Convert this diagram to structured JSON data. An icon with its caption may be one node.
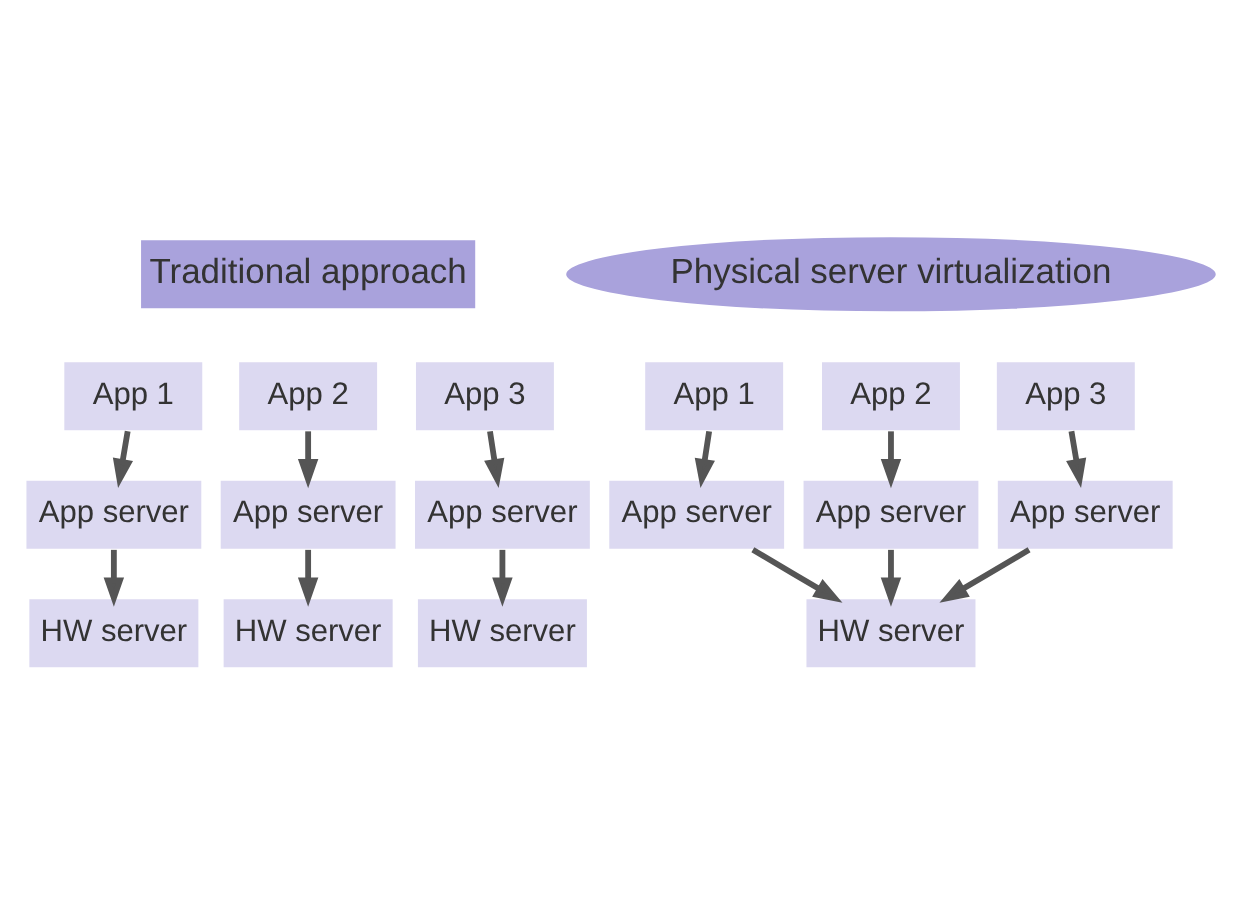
{
  "diagram": {
    "nodes": [
      {
        "text": [
          "Traditional approach"
        ]
      },
      {
        "text": [
          "Physical server virtualization"
        ]
      },
      {
        "text": [
          "App 1"
        ]
      },
      {
        "text": [
          "App 2"
        ]
      },
      {
        "text": [
          "App 3"
        ]
      },
      {
        "text": [
          "App server"
        ]
      },
      {
        "text": [
          "App server"
        ]
      },
      {
        "text": [
          "App server"
        ]
      },
      {
        "text": [
          "HW server"
        ]
      },
      {
        "text": [
          "HW server"
        ]
      },
      {
        "text": [
          "HW server"
        ]
      },
      {
        "text": [
          "App 1"
        ]
      },
      {
        "text": [
          "App 2"
        ]
      },
      {
        "text": [
          "App 3"
        ]
      },
      {
        "text": [
          "App server"
        ]
      },
      {
        "text": [
          "App server"
        ]
      },
      {
        "text": [
          "App server"
        ]
      },
      {
        "text": [
          "HW server"
        ]
      }
    ],
    "edges": [
      {
        "from": 2,
        "to": 5,
        "arrow": "to"
      },
      {
        "from": 3,
        "to": 6,
        "arrow": "to"
      },
      {
        "from": 4,
        "to": 7,
        "arrow": "to"
      },
      {
        "from": 5,
        "to": 8,
        "arrow": "to"
      },
      {
        "from": 6,
        "to": 9,
        "arrow": "to"
      },
      {
        "from": 7,
        "to": 10,
        "arrow": "to"
      },
      {
        "from": 11,
        "to": 14,
        "arrow": "to"
      },
      {
        "from": 12,
        "to": 15,
        "arrow": "to"
      },
      {
        "from": 13,
        "to": 16,
        "arrow": "to"
      },
      {
        "from": 14,
        "to": 17,
        "arrow": "to"
      },
      {
        "from": 15,
        "to": 17,
        "arrow": "to"
      },
      {
        "from": 16,
        "to": 17,
        "arrow": "to"
      }
    ]
  }
}
